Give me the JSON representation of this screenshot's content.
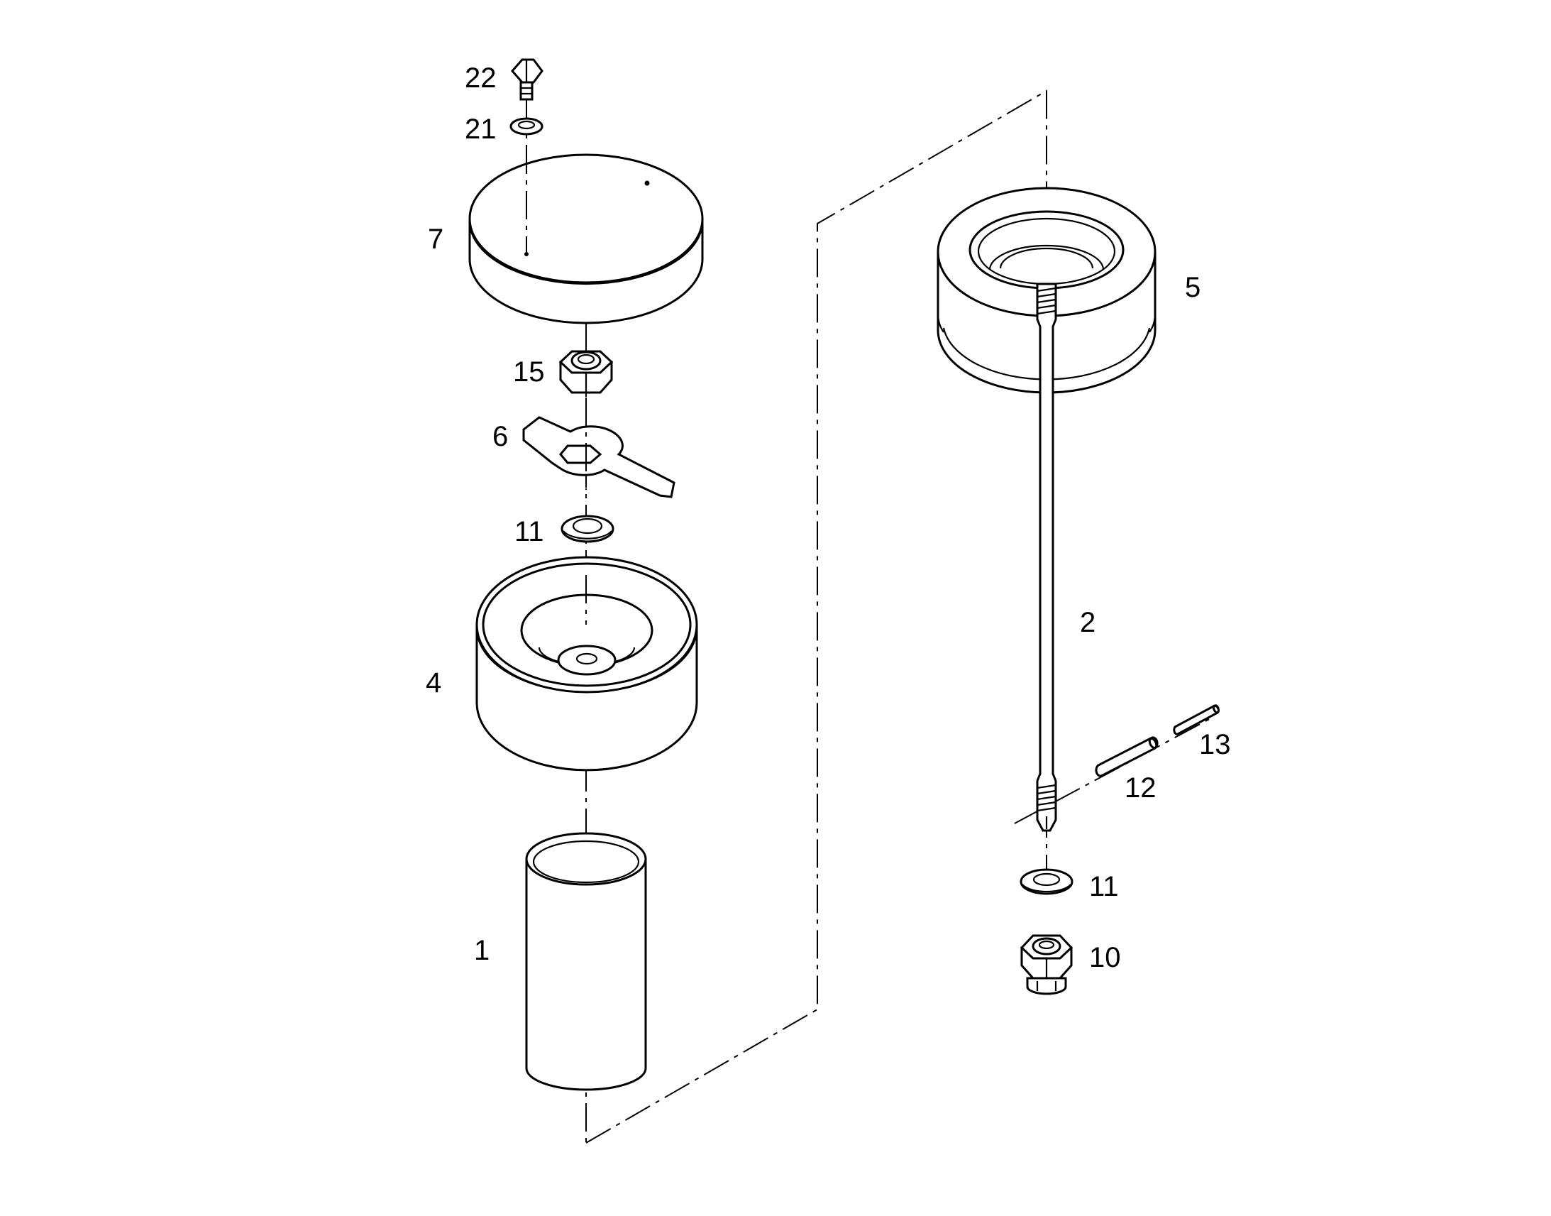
{
  "diagram": {
    "type": "exploded-parts-diagram",
    "callouts": [
      {
        "id": "22",
        "part": "bolt"
      },
      {
        "id": "21",
        "part": "washer"
      },
      {
        "id": "7",
        "part": "cap"
      },
      {
        "id": "15",
        "part": "hex-nut"
      },
      {
        "id": "6",
        "part": "lock-plate"
      },
      {
        "id": "11",
        "part": "washer"
      },
      {
        "id": "4",
        "part": "rubber-mount-upper"
      },
      {
        "id": "1",
        "part": "sleeve"
      },
      {
        "id": "5",
        "part": "rubber-mount-lower"
      },
      {
        "id": "2",
        "part": "stud"
      },
      {
        "id": "13",
        "part": "pin"
      },
      {
        "id": "12",
        "part": "pin"
      },
      {
        "id": "11",
        "part": "washer"
      },
      {
        "id": "10",
        "part": "castle-nut"
      }
    ]
  }
}
